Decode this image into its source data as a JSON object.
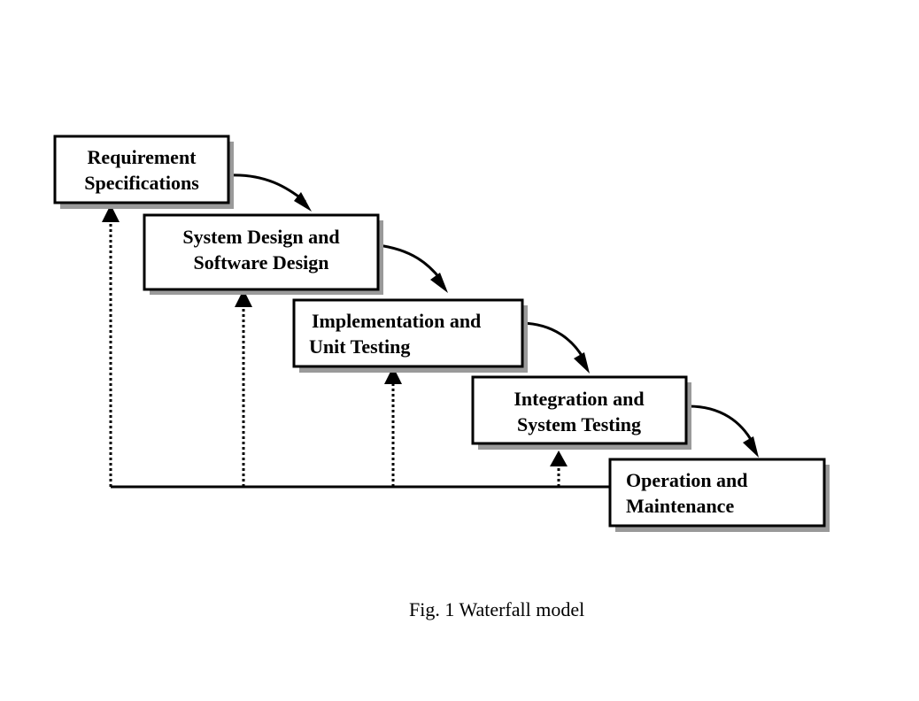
{
  "diagram": {
    "stages": [
      {
        "lines": [
          "Requirement",
          "Specifications"
        ]
      },
      {
        "lines": [
          "System Design and",
          "Software Design"
        ]
      },
      {
        "lines": [
          "Implementation and",
          "Unit Testing"
        ]
      },
      {
        "lines": [
          "Integration and",
          "System Testing"
        ]
      },
      {
        "lines": [
          "Operation and",
          "Maintenance"
        ]
      }
    ],
    "caption": "Fig. 1 Waterfall model",
    "colors": {
      "line": "#000000",
      "shadow": "#9a9a9a",
      "box_fill": "#ffffff"
    }
  }
}
